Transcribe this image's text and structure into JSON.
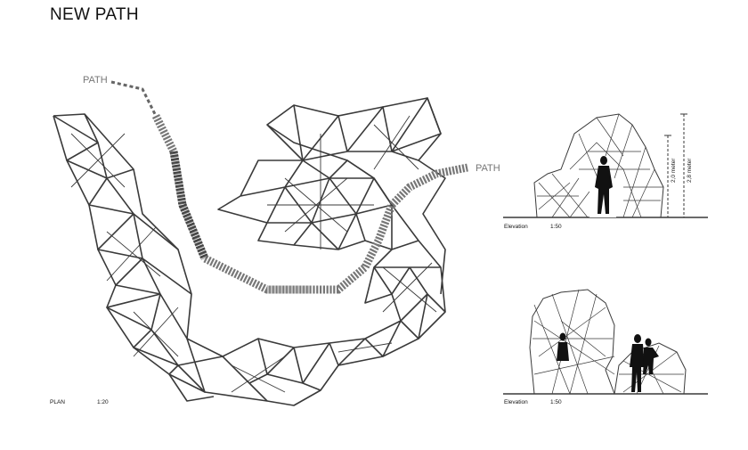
{
  "title": "NEW PATH",
  "labels": {
    "path_top": "PATH",
    "path_right": "PATH"
  },
  "captions": {
    "plan": "PLAN",
    "plan_scale": "1:20",
    "elev1": "Elevation",
    "elev1_scale": "1:50",
    "elev2": "Elevation",
    "elev2_scale": "1:50"
  },
  "dimensions": {
    "door_height": "2,0 meter",
    "total_height": "2,8 meter"
  },
  "colors": {
    "line": "#3a3a3a",
    "path_dark": "#555555",
    "path_light": "#bdbdbd",
    "label_grey": "#777777"
  }
}
